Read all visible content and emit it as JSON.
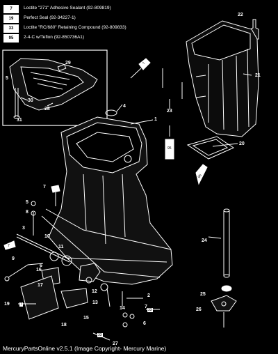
{
  "legend": [
    {
      "code": "7",
      "text": "Loctite \"271\" Adhesive Sealant (92-809819)"
    },
    {
      "code": "19",
      "text": "Perfect Seal (92-34227-1)"
    },
    {
      "code": "33",
      "text": "Loctite \"RC/680\" Retaining Compound (92-809833)"
    },
    {
      "code": "95",
      "text": "2-4-C w/Teflon (92-850736A1)"
    }
  ],
  "callouts": {
    "c1": "1",
    "c2": "2",
    "c3": "3",
    "c4": "4",
    "c5a": "5",
    "c5b": "5",
    "c6a": "6",
    "c6b": "6",
    "c7a": "7",
    "c7b": "7",
    "c8": "8",
    "c9": "9",
    "c10": "10",
    "c11": "11",
    "c12": "12",
    "c13": "13",
    "c14": "14",
    "c15": "15",
    "c16": "16",
    "c17": "17",
    "c18": "18",
    "c19": "19",
    "c20": "20",
    "c21": "21",
    "c22": "22",
    "c23": "23",
    "c24": "24",
    "c25": "25",
    "c26": "26",
    "c27": "27",
    "c28": "28",
    "c29": "29",
    "c30": "30",
    "c31": "31"
  },
  "tube_labels": {
    "t1": "7",
    "t2": "95",
    "t3": "95",
    "t4": "7",
    "t5": "33",
    "t6": "7",
    "t7": "33"
  },
  "footer": "MercuryPartsOnline v2.5.1 (Image Copyright- Mercury Marine)",
  "colors": {
    "background": "#000000",
    "line": "#ffffff",
    "badge_bg": "#ffffff",
    "badge_text": "#000000"
  }
}
